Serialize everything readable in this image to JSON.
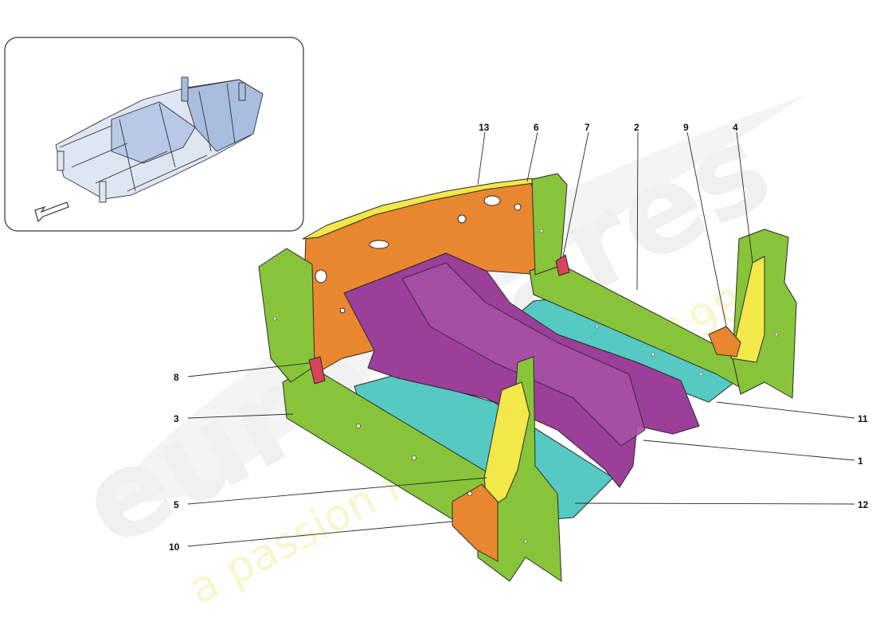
{
  "watermark": {
    "brand": "eurospares",
    "tagline": "a passion for parts since 1985"
  },
  "callouts": [
    {
      "id": "13",
      "label": "13"
    },
    {
      "id": "6",
      "label": "6"
    },
    {
      "id": "7",
      "label": "7"
    },
    {
      "id": "2",
      "label": "2"
    },
    {
      "id": "9",
      "label": "9"
    },
    {
      "id": "4",
      "label": "4"
    },
    {
      "id": "8",
      "label": "8"
    },
    {
      "id": "3",
      "label": "3"
    },
    {
      "id": "11",
      "label": "11"
    },
    {
      "id": "1",
      "label": "1"
    },
    {
      "id": "5",
      "label": "5"
    },
    {
      "id": "12",
      "label": "12"
    },
    {
      "id": "10",
      "label": "10"
    }
  ],
  "colors": {
    "side_member_green": "#88c43a",
    "bulkhead_orange": "#e8872f",
    "tunnel_purple": "#9b3f9a",
    "floor_cyan": "#55c9c2",
    "pillar_yellow": "#f2e84a",
    "bracket_red": "#d8435a",
    "line_dark": "#2a2a2a",
    "inset_frame_blue": "#a9bddf",
    "watermark_gray": "#e6e6e6",
    "watermark_yellow": "#f5f3b0"
  },
  "icons": {
    "orientation_arrow": "arrow-down-left-icon"
  }
}
